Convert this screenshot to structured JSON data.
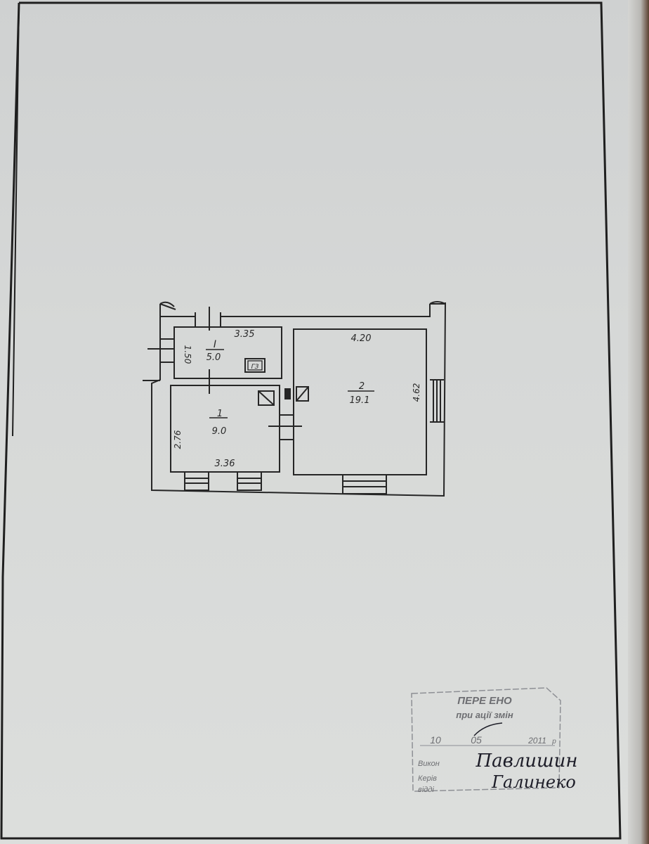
{
  "rooms": [
    {
      "id": "I",
      "area": "5.0",
      "width": "3.35",
      "depth": "1.50",
      "fixture": "ГЗ"
    },
    {
      "id": "1",
      "area": "9.0",
      "width": "3.36",
      "depth": "2.76"
    },
    {
      "id": "2",
      "area": "19.1",
      "width": "4.20",
      "depth": "4.62"
    }
  ],
  "stamp": {
    "line1": "ПЕРЕ    ЕНО",
    "line2": "при         ації змін",
    "day": "10",
    "month": "05",
    "year": "2011",
    "year_suffix": "р",
    "label_a": "Викон",
    "label_b": "Керів",
    "label_c": "відді"
  },
  "signature": {
    "line1": "Павлишин",
    "line2": "Галинеко"
  },
  "colors": {
    "ink": "#2a2a2a",
    "stamp": "#6d6e72",
    "paper": "#d6d8d7"
  }
}
